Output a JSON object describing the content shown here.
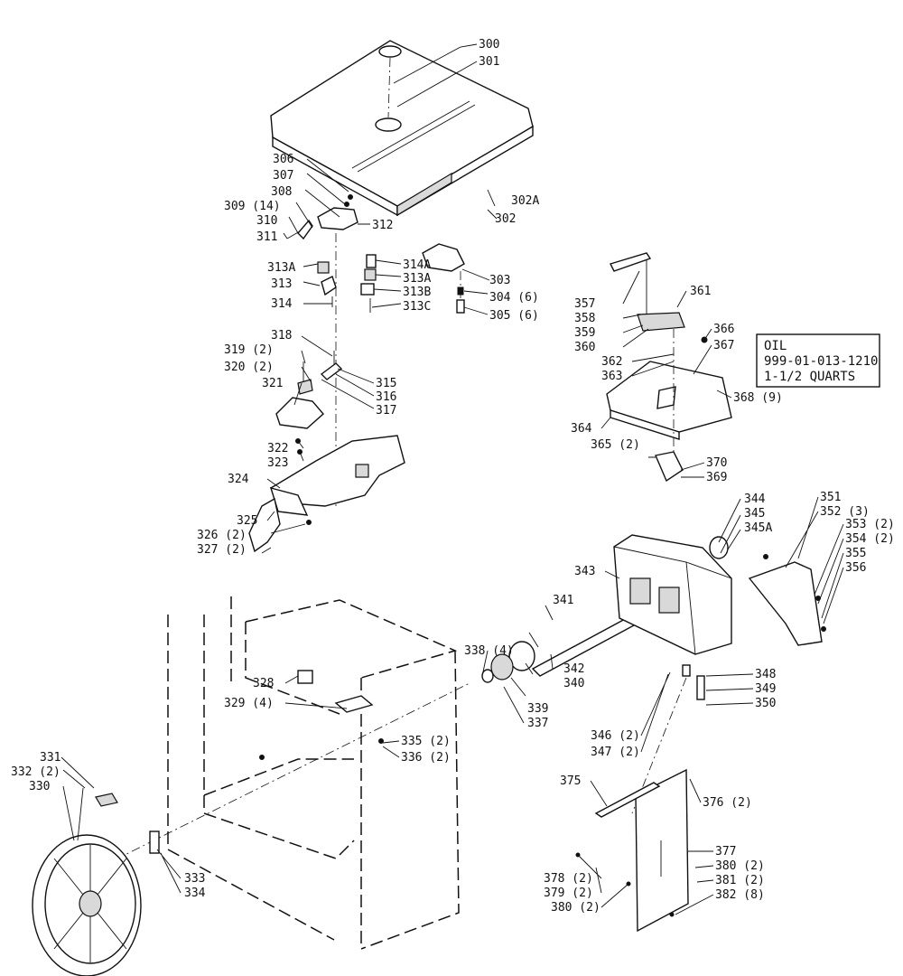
{
  "parts": {
    "p300": "300",
    "p301": "301",
    "p302": "302",
    "p302a": "302A",
    "p303": "303",
    "p304": "304 (6)",
    "p305": "305 (6)",
    "p306": "306",
    "p307": "307",
    "p308": "308",
    "p309": "309 (14)",
    "p310": "310",
    "p311": "311",
    "p312": "312",
    "p313a_l": "313A",
    "p313": "313",
    "p314": "314",
    "p314a": "314A",
    "p313a_r": "313A",
    "p313b": "313B",
    "p313c": "313C",
    "p315": "315",
    "p316": "316",
    "p317": "317",
    "p318": "318",
    "p319": "319 (2)",
    "p320": "320 (2)",
    "p321": "321",
    "p322": "322",
    "p323": "323",
    "p324": "324",
    "p325": "325",
    "p326": "326 (2)",
    "p327": "327 (2)",
    "p328": "328",
    "p329": "329 (4)",
    "p330": "330",
    "p331": "331",
    "p332": "332 (2)",
    "p333": "333",
    "p334": "334",
    "p335": "335 (2)",
    "p336": "336 (2)",
    "p337": "337",
    "p338": "338 (4)",
    "p339": "339",
    "p340": "340",
    "p341": "341",
    "p342": "342",
    "p343": "343",
    "p344": "344",
    "p345": "345",
    "p345a": "345A",
    "p346": "346 (2)",
    "p347": "347 (2)",
    "p348": "348",
    "p349": "349",
    "p350": "350",
    "p351": "351",
    "p352": "352 (3)",
    "p353": "353 (2)",
    "p354": "354 (2)",
    "p355": "355",
    "p356": "356",
    "p357": "357",
    "p358": "358",
    "p359": "359",
    "p360": "360",
    "p361": "361",
    "p362": "362",
    "p363": "363",
    "p364": "364",
    "p365": "365 (2)",
    "p366": "366",
    "p367": "367",
    "p368": "368 (9)",
    "p369": "369",
    "p370": "370",
    "p375": "375",
    "p376": "376 (2)",
    "p377": "377",
    "p378": "378 (2)",
    "p379": "379 (2)",
    "p380a": "380 (2)",
    "p380b": "380 (2)",
    "p381": "381 (2)",
    "p382": "382 (8)"
  },
  "oil_note": {
    "line1": "OIL",
    "line2": "999-01-013-1210",
    "line3": "1-1/2 QUARTS"
  }
}
